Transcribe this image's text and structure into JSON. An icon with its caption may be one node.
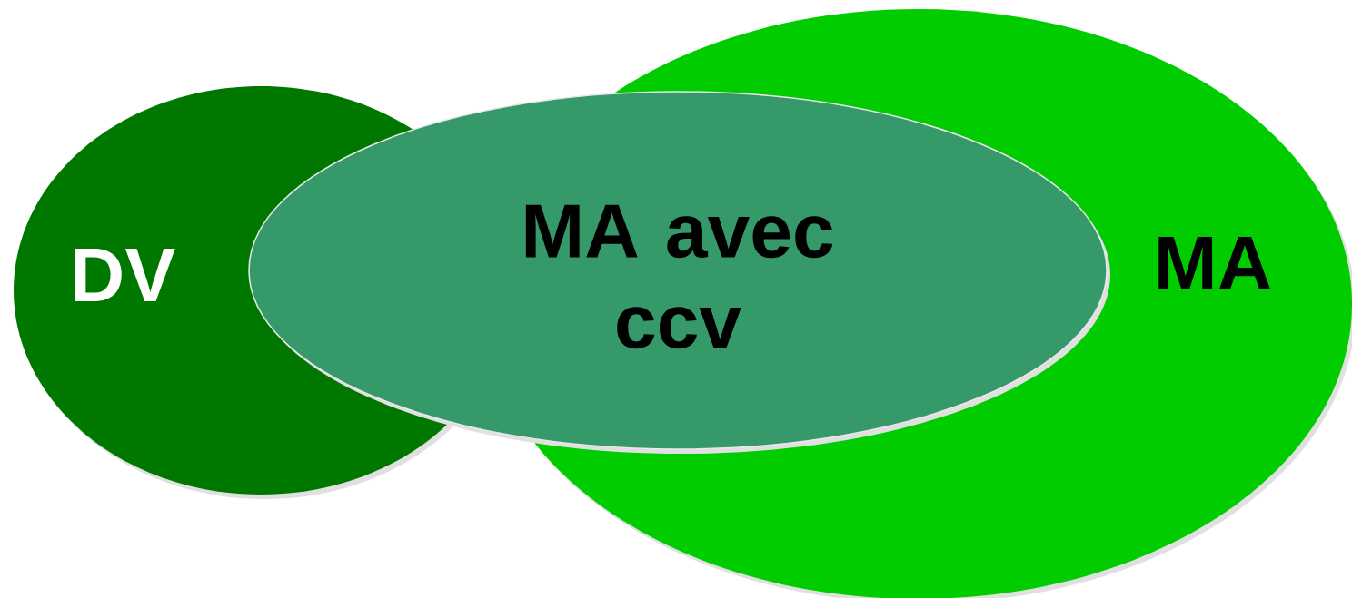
{
  "diagram": {
    "nodes": [
      {
        "text": [
          "DV"
        ]
      },
      {
        "text": [
          "MA"
        ]
      },
      {
        "text": [
          "MA avec ccv"
        ]
      }
    ]
  }
}
